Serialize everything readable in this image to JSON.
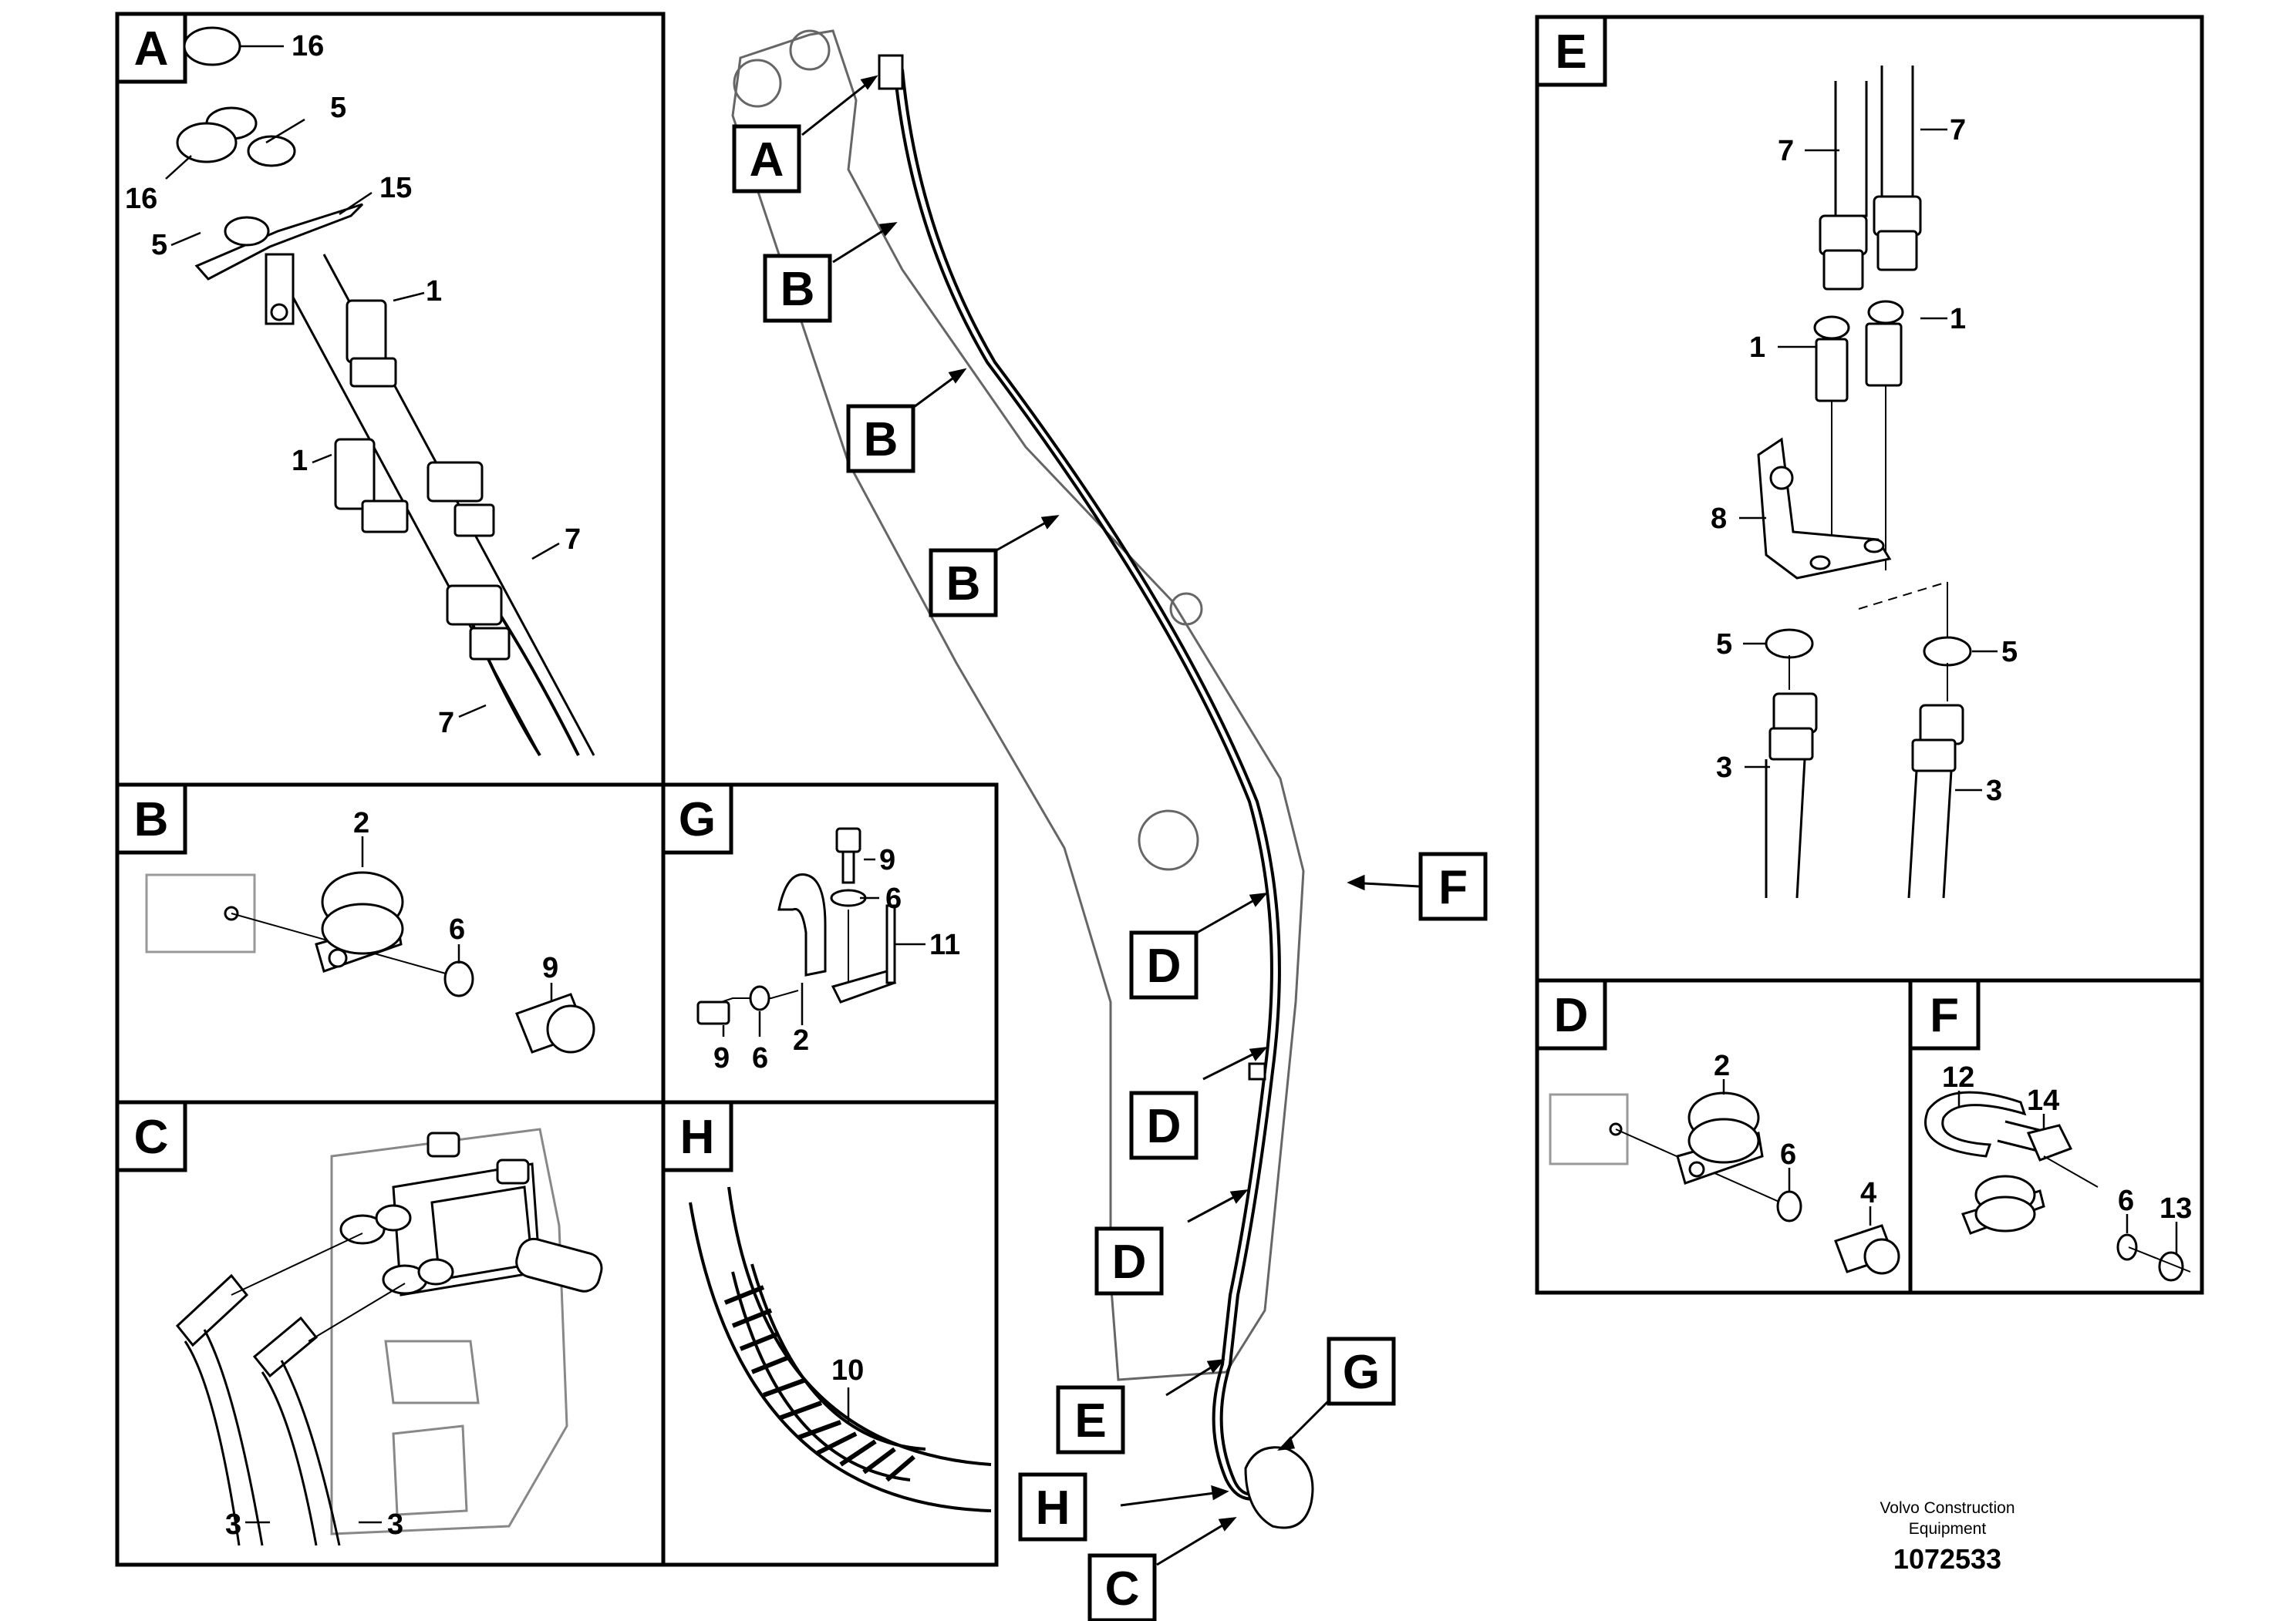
{
  "panels": {
    "A": {
      "letter": "A",
      "labels": {
        "p16a": "16",
        "p5a": "5",
        "p16b": "16",
        "p15": "15",
        "p5b": "5",
        "p1a": "1",
        "p1b": "1",
        "p7a": "7",
        "p7b": "7"
      }
    },
    "B": {
      "letter": "B",
      "labels": {
        "p2": "2",
        "p6": "6",
        "p9": "9"
      }
    },
    "G": {
      "letter": "G",
      "labels": {
        "p9a": "9",
        "p6a": "6",
        "p11": "11",
        "p9b": "9",
        "p6b": "6",
        "p2": "2"
      }
    },
    "C": {
      "letter": "C",
      "labels": {
        "p3a": "3",
        "p3b": "3"
      }
    },
    "H": {
      "letter": "H",
      "labels": {
        "p10": "10"
      }
    },
    "E": {
      "letter": "E",
      "labels": {
        "p7a": "7",
        "p7b": "7",
        "p1a": "1",
        "p1b": "1",
        "p8": "8",
        "p5a": "5",
        "p5b": "5",
        "p3a": "3",
        "p3b": "3"
      }
    },
    "D": {
      "letter": "D",
      "labels": {
        "p2": "2",
        "p6": "6",
        "p4": "4"
      }
    },
    "F": {
      "letter": "F",
      "labels": {
        "p12": "12",
        "p14": "14",
        "p6": "6",
        "p13": "13"
      }
    }
  },
  "callouts": {
    "A": "A",
    "B1": "B",
    "B2": "B",
    "B3": "B",
    "F": "F",
    "D1": "D",
    "D2": "D",
    "D3": "D",
    "G": "G",
    "E": "E",
    "H": "H",
    "C": "C"
  },
  "footer": {
    "brand_line1": "Volvo Construction",
    "brand_line2": "Equipment",
    "figure_number": "1072533"
  }
}
